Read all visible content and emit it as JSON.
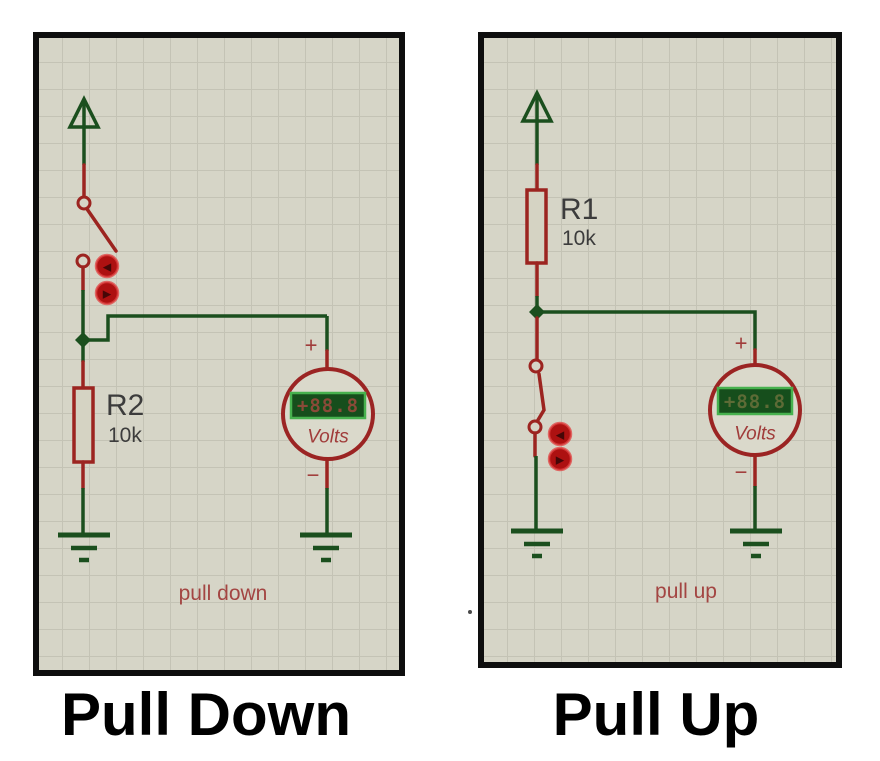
{
  "title": "Pull Down vs Pull Up resistor circuits",
  "colors": {
    "wire_green": "#1b4f1e",
    "wire_red": "#9c2420",
    "toggle_red": "#ad1111",
    "panel_bg": "#d6d5c7",
    "grid_line": "#c4c3b5",
    "display_bg": "#164e1c",
    "display_border": "#47b14e",
    "display_digits_left": "#8a4a38",
    "display_digits_right": "#5d6b36",
    "label_gray": "#3c3c3c",
    "annotation_red": "#a34542",
    "caption_black": "#000000"
  },
  "switch_toggle": {
    "toggle_up": "◀",
    "toggle_down": "▶"
  },
  "panels": [
    {
      "caption": "Pull Down",
      "annotation": "pull down",
      "resistor": {
        "ref": "R2",
        "value": "10k"
      },
      "voltmeter": {
        "reading": "+88.8",
        "unit": "Volts",
        "plus": "+",
        "minus": "−"
      }
    },
    {
      "caption": "Pull Up",
      "annotation": "pull up",
      "resistor": {
        "ref": "R1",
        "value": "10k"
      },
      "voltmeter": {
        "reading": "+88.8",
        "unit": "Volts",
        "plus": "+",
        "minus": "−"
      }
    }
  ]
}
